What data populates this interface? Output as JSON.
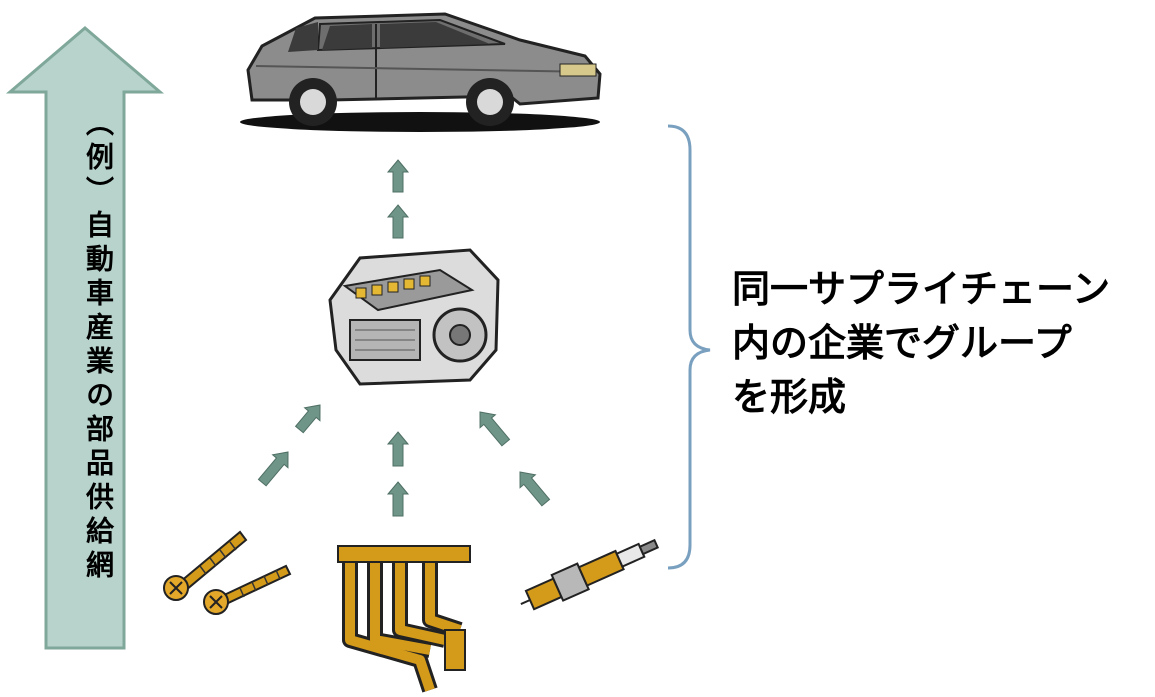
{
  "side_label": "（例）自動車産業の部品供給網",
  "caption": {
    "line1": "同一サプライチェーン",
    "line2": "内の企業でグループ",
    "line3": "を形成"
  },
  "colors": {
    "big_arrow_fill": "#b7d3cc",
    "big_arrow_stroke": "#7fa79a",
    "small_arrow_fill": "#6f9488",
    "brace": "#7aa0c0",
    "car_body": "#8b8b8b",
    "part_gold": "#d49a1a"
  },
  "icons": {
    "car": "car-icon",
    "engine": "engine-icon",
    "screws": "screws-icon",
    "manifold": "exhaust-manifold-icon",
    "spark_plug": "spark-plug-icon"
  }
}
